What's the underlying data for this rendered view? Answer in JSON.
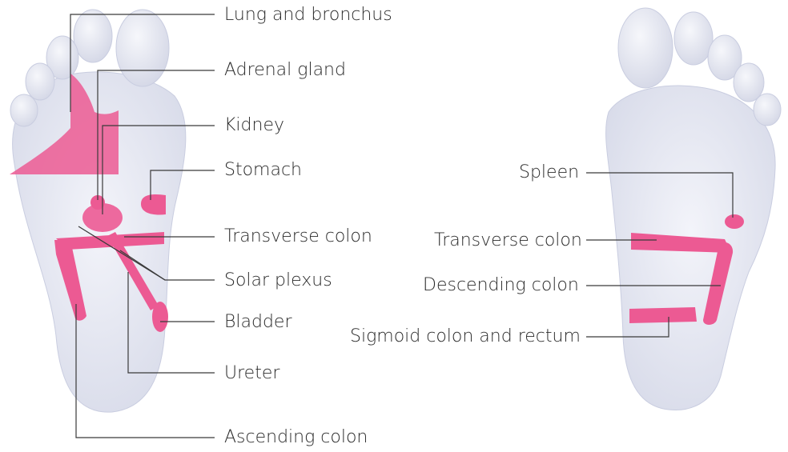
{
  "labels": {
    "left": {
      "lung": "Lung and bronchus",
      "adrenal": "Adrenal gland",
      "kidney": "Kidney",
      "stomach": "Stomach",
      "transverse": "Transverse colon",
      "solar": "Solar plexus",
      "bladder": "Bladder",
      "ureter": "Ureter",
      "ascending": "Ascending colon"
    },
    "right": {
      "spleen": "Spleen",
      "transverse": "Transverse colon",
      "descending": "Descending colon",
      "sigmoid": "Sigmoid colon and rectum"
    }
  },
  "colors": {
    "highlight": "#ec5a93",
    "foot": "#e4e6f1",
    "leader": "#3a3a3a"
  }
}
